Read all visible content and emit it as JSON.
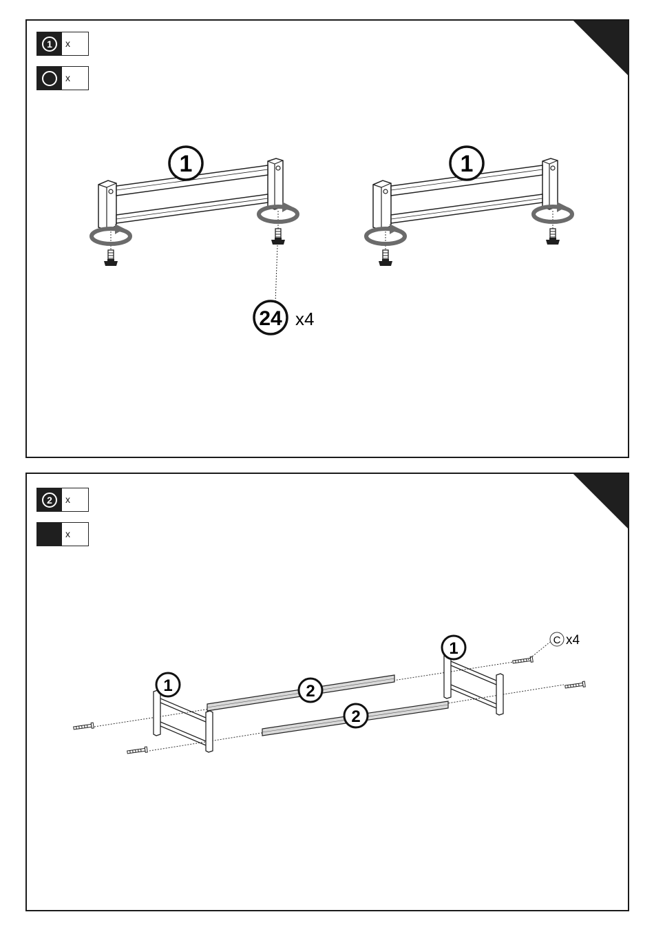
{
  "step1": {
    "parts_list": [
      {
        "icon": "part-1-circle",
        "label": "1",
        "qty": "x"
      },
      {
        "icon": "hardware-circle",
        "label": "",
        "qty": "x"
      }
    ],
    "part_label_left": "1",
    "part_label_right": "1",
    "hardware_callout": {
      "number": "24",
      "qty": "x4"
    }
  },
  "step2": {
    "parts_list": [
      {
        "icon": "part-2-circle",
        "label": "2",
        "qty": "x"
      },
      {
        "icon": "hardware-black",
        "label": "",
        "qty": "x"
      }
    ],
    "end_frame_label_left": "1",
    "end_frame_label_right": "1",
    "rail_label_top": "2",
    "rail_label_bottom": "2",
    "screw_callout": {
      "letter": "C",
      "qty": "x4"
    }
  },
  "colors": {
    "ink": "#1f1f1f",
    "arrow": "#666666",
    "rail_fill": "#d9d9d9"
  }
}
